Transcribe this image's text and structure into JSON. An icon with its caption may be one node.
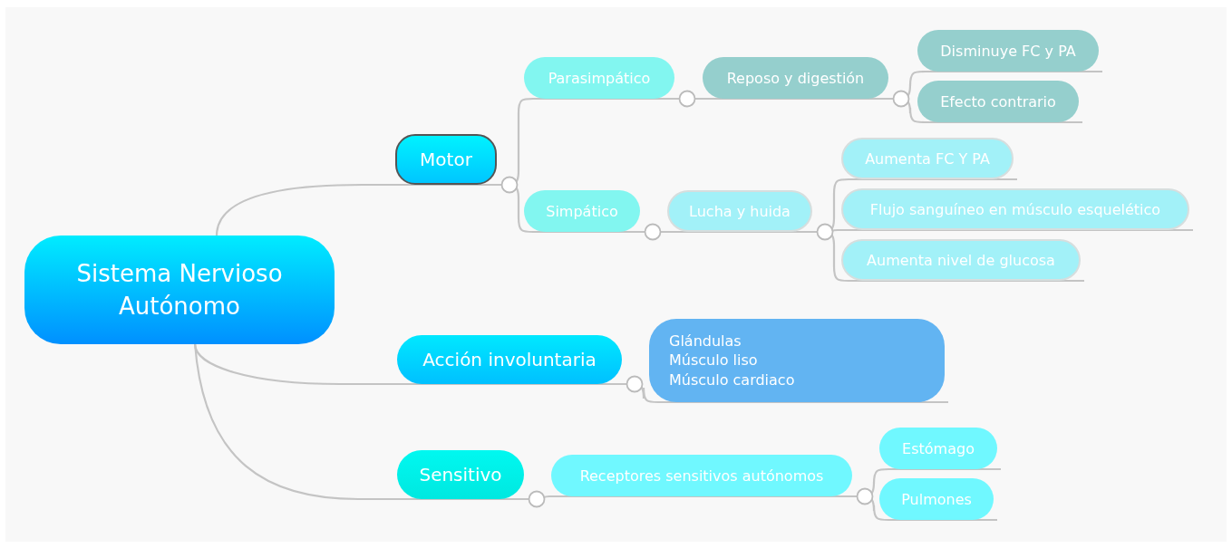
{
  "diagram": {
    "nodes": [
      {
        "text": [
          "Sistema Nervioso Autónomo"
        ]
      },
      {
        "text": [
          "Motor"
        ]
      },
      {
        "text": [
          "Parasimpático"
        ]
      },
      {
        "text": [
          "Reposo y digestión"
        ]
      },
      {
        "text": [
          "Disminuye FC y PA"
        ]
      },
      {
        "text": [
          "Efecto contrario"
        ]
      },
      {
        "text": [
          "Simpático"
        ]
      },
      {
        "text": [
          "Lucha y huida"
        ]
      },
      {
        "text": [
          "Aumenta FC Y PA"
        ]
      },
      {
        "text": [
          "Flujo sanguíneo en músculo esquelético"
        ]
      },
      {
        "text": [
          "Aumenta nivel de glucosa"
        ]
      },
      {
        "text": [
          "Acción involuntaria"
        ]
      },
      {
        "text": [
          "Glándulas",
          "Músculo liso",
          "Músculo cardiaco"
        ]
      },
      {
        "text": [
          "Sensitivo"
        ]
      },
      {
        "text": [
          "Receptores sensitivos autónomos"
        ]
      },
      {
        "text": [
          "Estómago"
        ]
      },
      {
        "text": [
          "Pulmones"
        ]
      }
    ],
    "edges": [
      {
        "from": 0,
        "to": 1,
        "arrow": "none"
      },
      {
        "from": 1,
        "to": 2,
        "arrow": "none"
      },
      {
        "from": 2,
        "to": 3,
        "arrow": "none"
      },
      {
        "from": 3,
        "to": 4,
        "arrow": "none"
      },
      {
        "from": 3,
        "to": 5,
        "arrow": "none"
      },
      {
        "from": 1,
        "to": 6,
        "arrow": "none"
      },
      {
        "from": 6,
        "to": 7,
        "arrow": "none"
      },
      {
        "from": 7,
        "to": 8,
        "arrow": "none"
      },
      {
        "from": 7,
        "to": 9,
        "arrow": "none"
      },
      {
        "from": 7,
        "to": 10,
        "arrow": "none"
      },
      {
        "from": 0,
        "to": 11,
        "arrow": "none"
      },
      {
        "from": 11,
        "to": 12,
        "arrow": "none"
      },
      {
        "from": 0,
        "to": 13,
        "arrow": "none"
      },
      {
        "from": 13,
        "to": 14,
        "arrow": "none"
      },
      {
        "from": 14,
        "to": 15,
        "arrow": "none"
      },
      {
        "from": 14,
        "to": 16,
        "arrow": "none"
      }
    ]
  }
}
